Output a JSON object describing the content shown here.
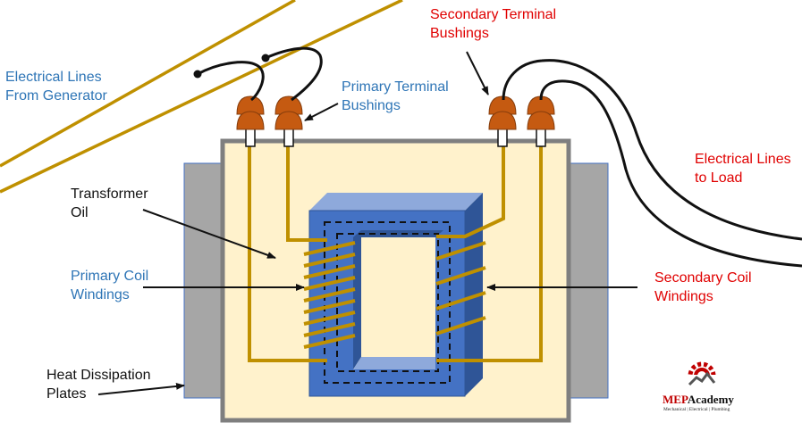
{
  "labels": {
    "generator_lines": [
      "Electrical Lines",
      "From Generator"
    ],
    "primary_bushings": [
      "Primary Terminal",
      "Bushings"
    ],
    "secondary_bushings": [
      "Secondary Terminal",
      "Bushings"
    ],
    "load_lines": [
      "Electrical Lines",
      "to Load"
    ],
    "transformer_oil": [
      "Transformer",
      "Oil"
    ],
    "primary_windings": [
      "Primary Coil",
      "Windings"
    ],
    "secondary_windings": [
      "Secondary Coil",
      "Windings"
    ],
    "heat_plates": [
      "Heat Dissipation",
      "Plates"
    ]
  },
  "logo": {
    "brand_mep": "MEP",
    "brand_rest": "Academy",
    "tagline": "Mechanical | Electrical | Plumbing"
  },
  "colors": {
    "primary_label": "#2E75B6",
    "secondary_label": "#E00000",
    "tank_fill": "#FFF2CC",
    "tank_border": "#7F7F7F",
    "core": "#4472C4",
    "winding": "#BF9000",
    "bushing": "#C55A11",
    "plates": "#A6A6A6"
  },
  "icons": [
    "gear-icon"
  ]
}
